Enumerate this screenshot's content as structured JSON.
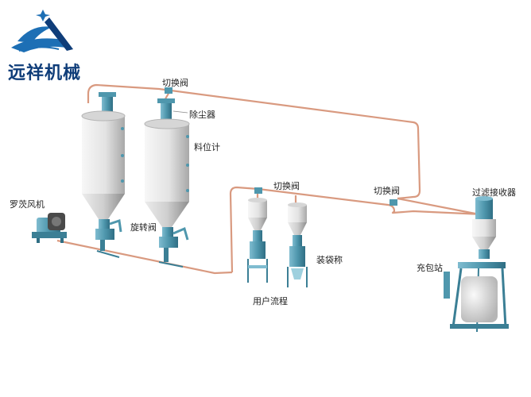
{
  "brand": {
    "name": "远祥机械",
    "colors": {
      "primary": "#1d6fb5",
      "accent": "#0f3d79"
    }
  },
  "colors": {
    "pipe": "#d99a80",
    "equipment": "#4f97ad",
    "tank_light": "#f1f1f1",
    "tank_shadow": "#9c9c9c"
  },
  "labels": {
    "switch_valve_top": "切换阀",
    "dust_collector": "除尘器",
    "level_gauge": "料位计",
    "switch_valve_mid": "切换阀",
    "switch_valve_right": "切换阀",
    "filter_receiver": "过滤接收器",
    "roots_blower": "罗茨风机",
    "rotary_valve": "旋转阀",
    "bagging_scale": "装袋称",
    "bulk_bag_station": "充包站",
    "user_process": "用户流程"
  }
}
